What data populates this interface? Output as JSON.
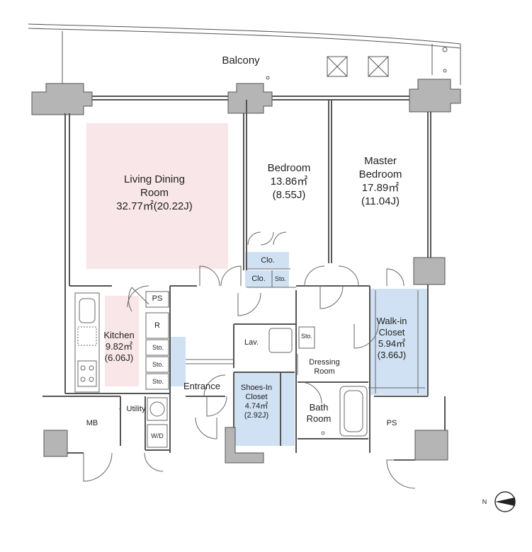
{
  "rooms": {
    "balcony": {
      "name": "Balcony"
    },
    "living": {
      "name_1": "Living Dining",
      "name_2": "Room",
      "area": "32.77㎡(20.22J)"
    },
    "bedroom": {
      "name": "Bedroom",
      "area_m2": "13.86㎡",
      "area_j": "(8.55J)"
    },
    "master": {
      "name_1": "Master",
      "name_2": "Bedroom",
      "area_m2": "17.89㎡",
      "area_j": "(11.04J)"
    },
    "kitchen": {
      "name": "Kitchen",
      "area_m2": "9.82㎡",
      "area_j": "(6.06J)"
    },
    "walkin": {
      "name_1": "Walk-in",
      "name_2": "Closet",
      "area_m2": "5.94㎡",
      "area_j": "(3.66J)"
    },
    "shoes": {
      "name_1": "Shoes-In",
      "name_2": "Closet",
      "area_m2": "4.74㎡",
      "area_j": "(2.92J)"
    },
    "dressing": {
      "name_1": "Dressing",
      "name_2": "Room"
    },
    "bath": {
      "name_1": "Bath",
      "name_2": "Room"
    },
    "entrance": {
      "name": "Entrance"
    },
    "lav": {
      "name": "Lav."
    },
    "utility": {
      "name": "Utility"
    },
    "mb": {
      "name": "MB"
    },
    "ps_right": {
      "name": "PS"
    },
    "ps_kitchen": {
      "name": "PS"
    },
    "r": {
      "name": "R"
    },
    "wd": {
      "name": "W/D"
    },
    "sto_1": {
      "name": "Sto."
    },
    "sto_2": {
      "name": "Sto."
    },
    "sto_3": {
      "name": "Sto."
    },
    "sto_bed": {
      "name": "Sto."
    },
    "sto_lav": {
      "name": "Sto."
    },
    "clo_1": {
      "name": "Clo."
    },
    "clo_2": {
      "name": "Clo."
    }
  },
  "compass": {
    "letter": "N"
  },
  "colors": {
    "wall": "#9a9a9a",
    "line": "#555555",
    "living_highlight": "#f8e6e8",
    "closet_highlight": "#cfe1f2",
    "background": "#ffffff"
  }
}
